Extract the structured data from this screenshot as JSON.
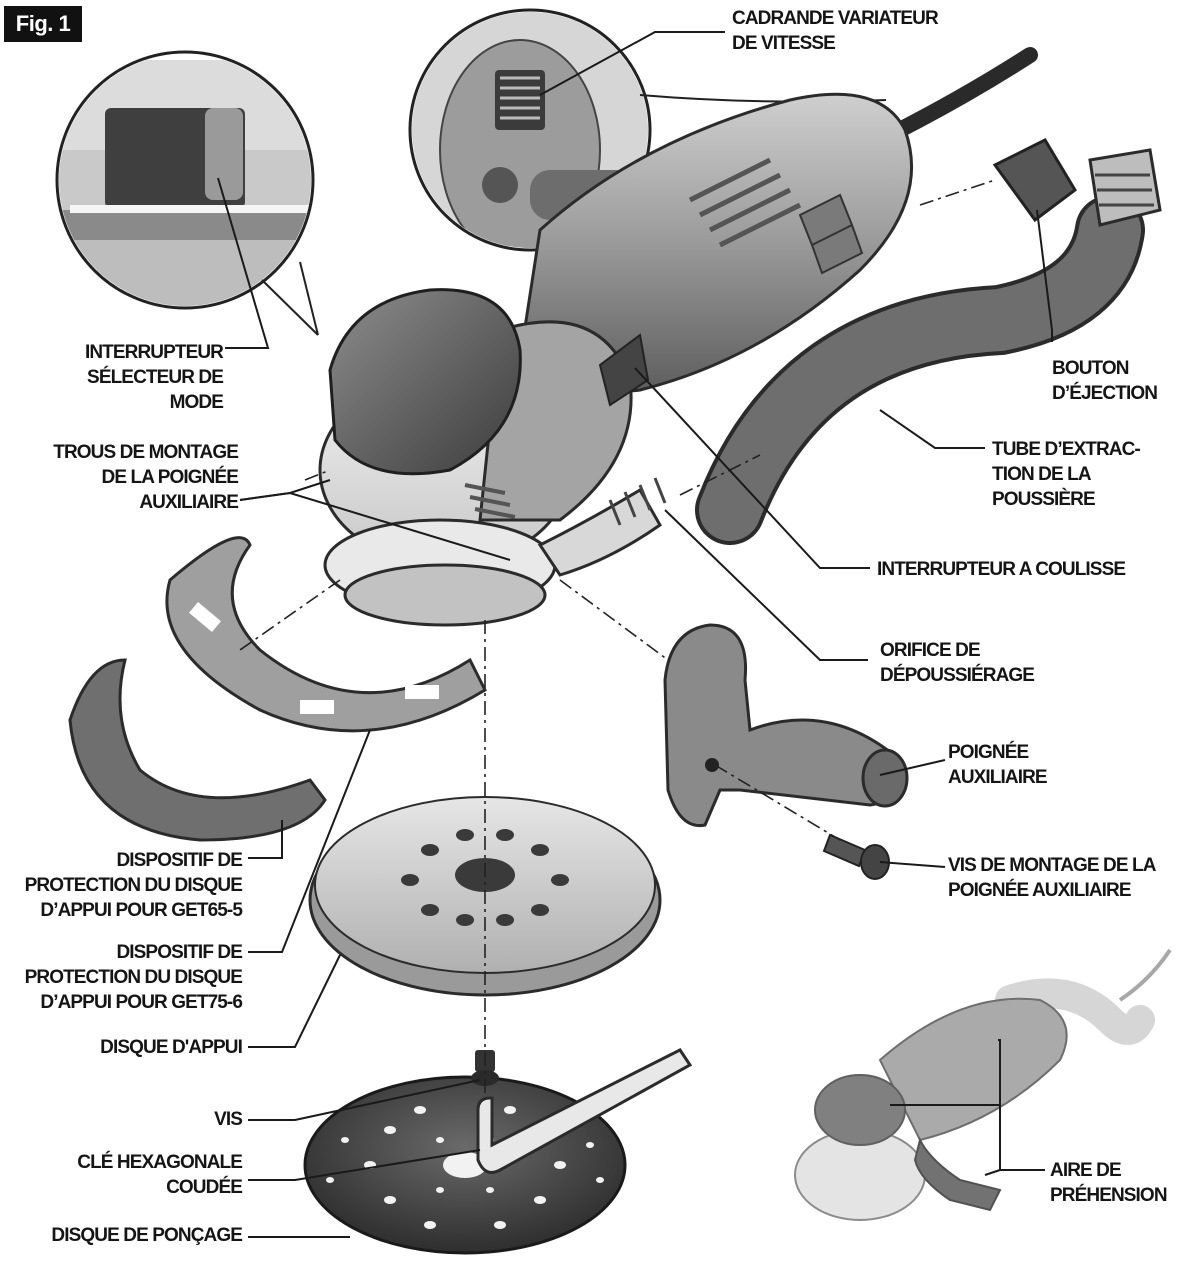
{
  "figure": {
    "label": "Fig. 1"
  },
  "labels": {
    "speed_dial": "CADRANDE VARIATEUR\nDE VITESSE",
    "mode_switch": "INTERRUPTEUR\nSÉLECTEUR DE\nMODE",
    "handle_holes": "TROUS DE MONTAGE\nDE LA POIGNÉE\nAUXILIAIRE",
    "eject_button": "BOUTON\nD’ÉJECTION",
    "dust_tube": "TUBE D’EXTRAC-\nTION DE LA\nPOUSSIÈRE",
    "slide_switch": "INTERRUPTEUR A COULISSE",
    "dust_port": "ORIFICE DE\nDÉPOUSSIÉRAGE",
    "aux_handle": "POIGNÉE\nAUXILIAIRE",
    "handle_screw": "VIS DE MONTAGE DE LA\nPOIGNÉE AUXILIAIRE",
    "guard_65": "DISPOSITIF DE\nPROTECTION DU DISQUE\nD’APPUI POUR GET65-5",
    "guard_75": "DISPOSITIF DE\nPROTECTION DU DISQUE\nD’APPUI POUR GET75-6",
    "backing_pad": "DISQUE D'APPUI",
    "screw": "VIS",
    "hex_key": "CLÉ HEXAGONALE\nCOUDÉE",
    "sanding_disc": "DISQUE DE PONÇAGE",
    "grip_area": "AIRE DE\nPRÉHENSION"
  }
}
